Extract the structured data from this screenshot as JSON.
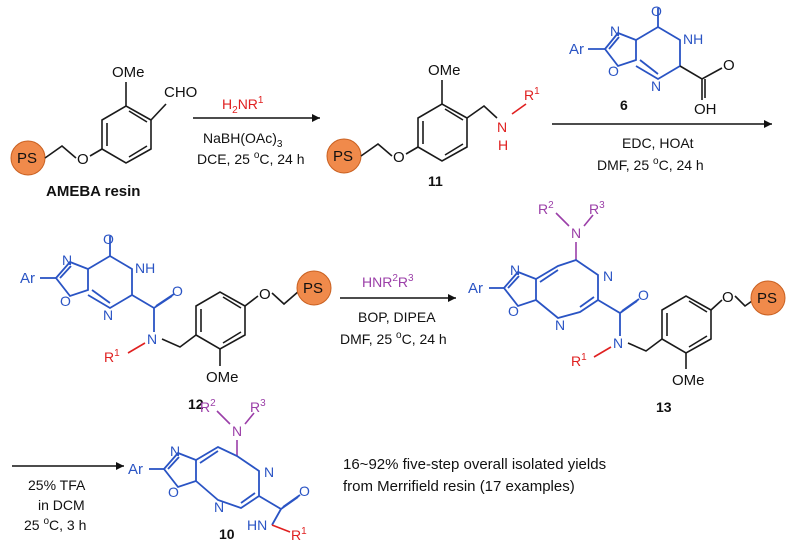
{
  "colors": {
    "scaffold": "#2a54c4",
    "amine1": "#e02020",
    "amine2": "#9b3fa8",
    "resin": "#f08a4b",
    "ink": "#111111"
  },
  "step1": {
    "reagent": "H2NR1",
    "conditions_1": "NaBH(OAc)3",
    "conditions_2": "DCE, 25 oC, 24 h",
    "start_label": "AMEBA resin",
    "product_number": "11"
  },
  "step2": {
    "acid_number": "6",
    "conditions_1": "EDC, HOAt",
    "conditions_2": "DMF, 25 oC, 24 h"
  },
  "step3": {
    "reagent": "HNR2R3",
    "conditions_1": "BOP, DIPEA",
    "conditions_2": "DMF, 25 oC, 24 h",
    "start_number": "12",
    "product_number": "13"
  },
  "step4": {
    "conditions_1": "25% TFA",
    "conditions_2": "in DCM",
    "conditions_3": "25 oC, 3 h",
    "product_number": "10"
  },
  "atoms": {
    "ome": "OMe",
    "cho": "CHO",
    "ps": "PS",
    "ar": "Ar",
    "n": "N",
    "o": "O",
    "h": "H",
    "nh": "NH",
    "oh": "OH",
    "hn": "HN",
    "r": "R",
    "r1_sup": "1",
    "r2_sup": "2",
    "r3_sup": "3"
  },
  "summary": {
    "line1": "16~92% five-step overall isolated yields",
    "line2": "from Merrifield resin (17 examples)"
  }
}
